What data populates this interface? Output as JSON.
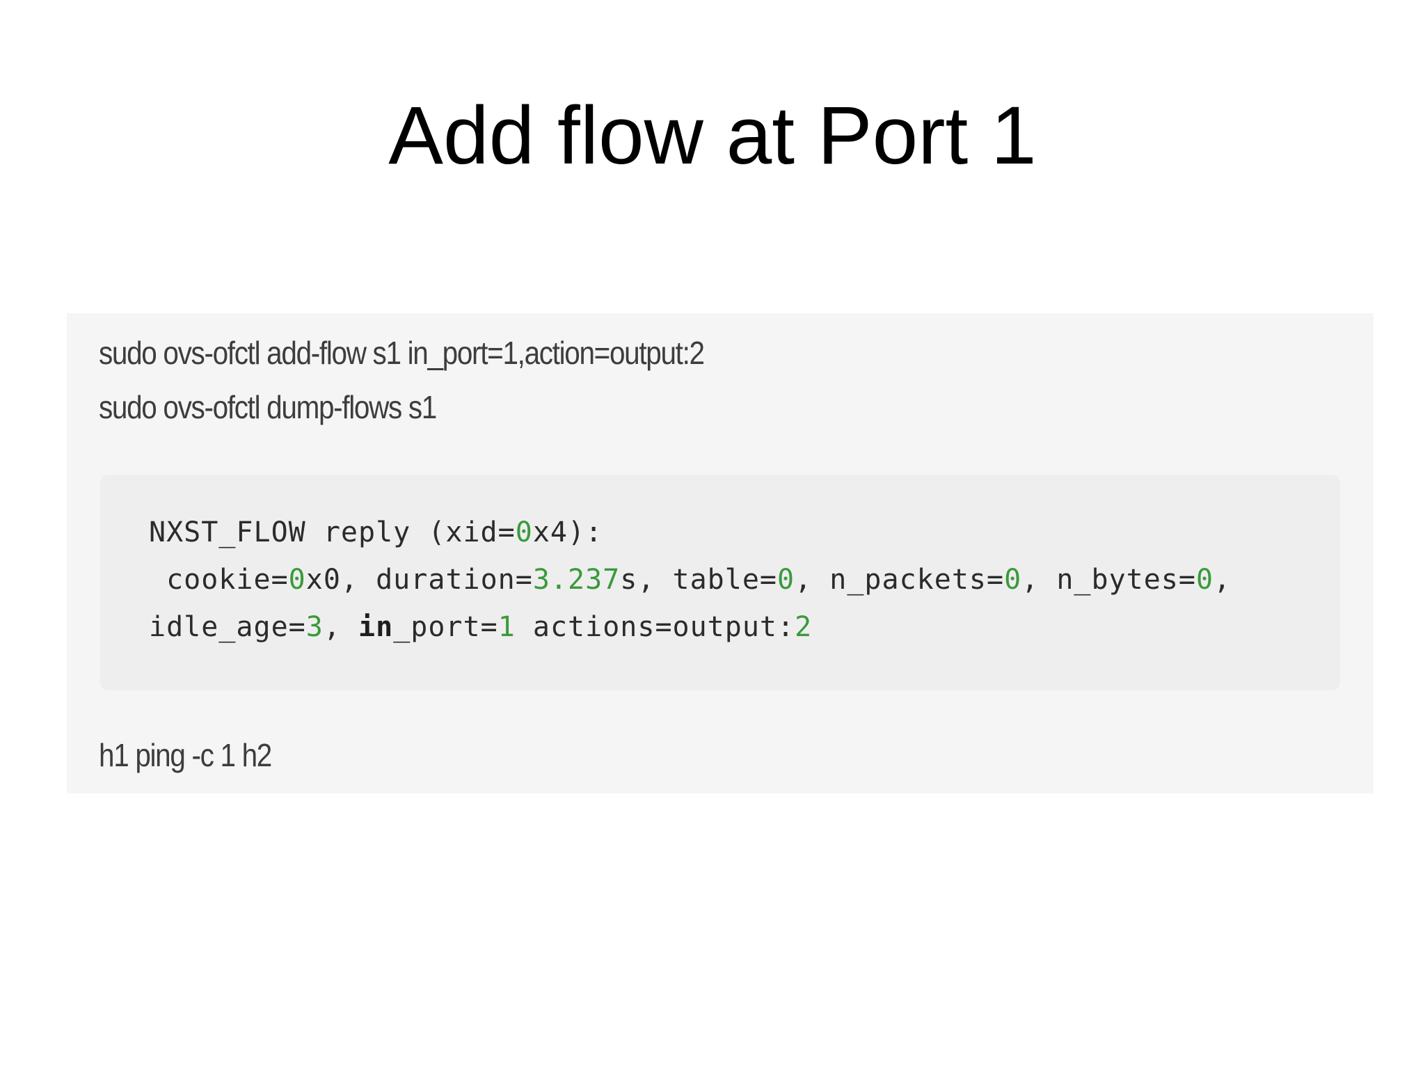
{
  "slide": {
    "title": "Add flow at Port 1"
  },
  "commands": {
    "add_flow": "sudo ovs-ofctl add-flow s1 in_port=1,action=output:2",
    "dump_flows": "sudo ovs-ofctl dump-flows s1",
    "ping": "h1 ping -c 1 h2"
  },
  "output": {
    "line1": {
      "a": "NXST_FLOW reply (xid=",
      "n1": "0",
      "b": "x4):"
    },
    "line2": {
      "a": " cookie=",
      "n1": "0",
      "b": "x0, duration=",
      "n2": "3.237",
      "c": "s, table=",
      "n3": "0",
      "d": ", n_packets=",
      "n4": "0",
      "e": ", n_bytes=",
      "n5": "0",
      "f": ","
    },
    "line3": {
      "a": "idle_age=",
      "n1": "3",
      "b": ", ",
      "kw": "in",
      "c": "_port=",
      "n2": "1",
      "d": " actions=output:",
      "n3": "2"
    }
  },
  "colors": {
    "background": "#ffffff",
    "snippet_background": "#f5f5f5",
    "output_background": "#eeeeef",
    "number_highlight": "#3a9a3a"
  }
}
